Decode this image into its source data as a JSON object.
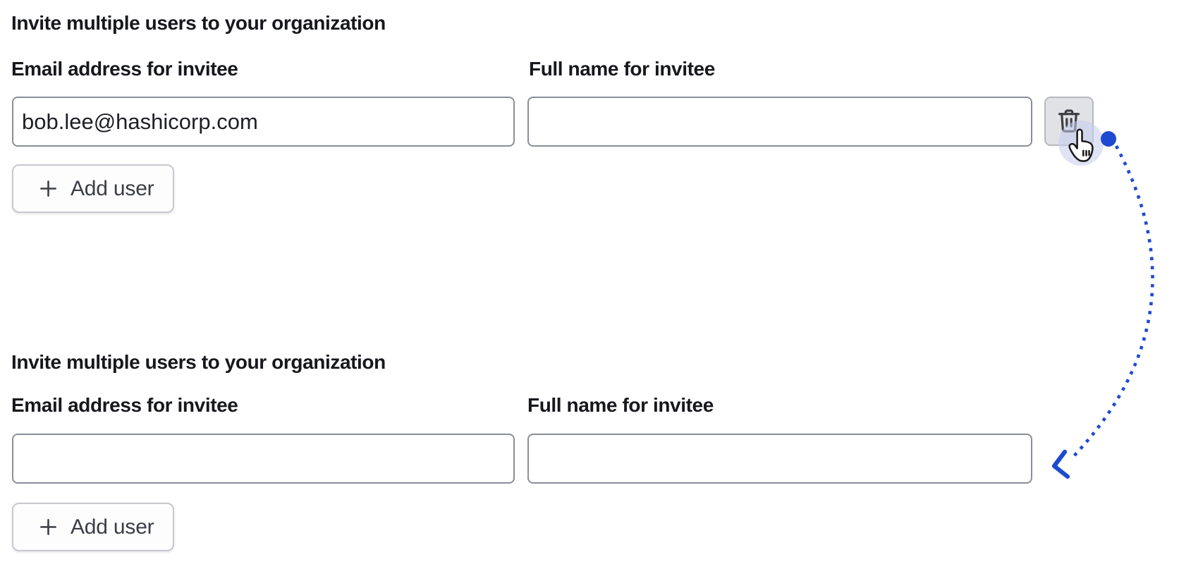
{
  "page": {
    "background_color": "#ffffff",
    "text_color": "#17181c"
  },
  "forms": [
    {
      "heading": "Invite multiple users to your organization",
      "email_field": {
        "label": "Email address for invitee",
        "value": "bob.lee@hashicorp.com"
      },
      "name_field": {
        "label": "Full name for invitee",
        "value": ""
      },
      "add_button": {
        "label": "Add user",
        "icon": "plus-icon"
      },
      "delete_button": {
        "icon": "trash-icon"
      }
    },
    {
      "heading": "Invite multiple users to your organization",
      "email_field": {
        "label": "Email address for invitee",
        "value": ""
      },
      "name_field": {
        "label": "Full name for invitee",
        "value": ""
      },
      "add_button": {
        "label": "Add user",
        "icon": "plus-icon"
      }
    }
  ],
  "annotation": {
    "cursor_icon": "hand-pointer-cursor-icon",
    "arrow_icon": "dotted-curved-arrow",
    "arrow_color": "#1e4ad2",
    "click_highlight_color": "#c7ccee"
  }
}
